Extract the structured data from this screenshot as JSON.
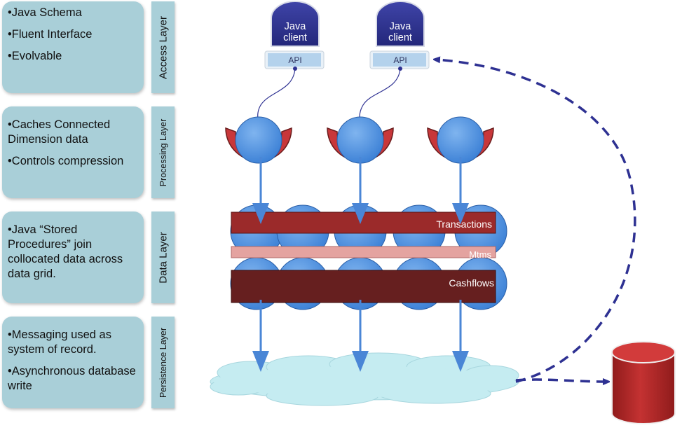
{
  "descriptions": [
    {
      "items": [
        "•Java Schema",
        "•Fluent Interface",
        "•Evolvable"
      ]
    },
    {
      "items": [
        "•Caches Connected Dimension data",
        "•Controls compression"
      ]
    },
    {
      "items": [
        "•Java “Stored Procedures” join collocated data across data grid."
      ]
    },
    {
      "items": [
        "•Messaging used as system of record.",
        "•Asynchronous database write"
      ]
    }
  ],
  "layers": [
    "Access Layer",
    "Processing Layer",
    "Data Layer",
    "Persistence Layer"
  ],
  "clients": [
    {
      "label_line1": "Java",
      "label_line2": "client",
      "api": "API"
    },
    {
      "label_line1": "Java",
      "label_line2": "client",
      "api": "API"
    }
  ],
  "bars": {
    "transactions": "Transactions",
    "mtms": "Mtms",
    "cashflows": "Cashflows"
  },
  "colors": {
    "panel": "#a9cfd8",
    "client_dome": "#2e3192",
    "api_box": "#b4d2ec",
    "node_blue": "#4a8fe0",
    "shield_red": "#c8373a",
    "transactions_bar": "#9b2a2a",
    "mtms_bar": "#e4a3a0",
    "cashflows_bar": "#661f1f",
    "cloud": "#c5ecf1",
    "database": "#b32525",
    "dashed_line": "#2e3192"
  }
}
